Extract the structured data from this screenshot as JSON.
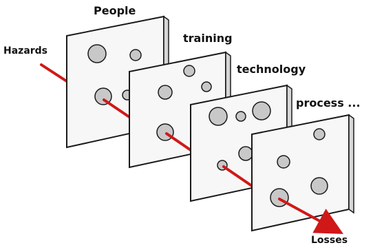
{
  "labels": {
    "hazards": "Hazards",
    "people": "People",
    "training": "training",
    "technology": "technology",
    "process": "process ...",
    "losses": "Losses"
  },
  "colors": {
    "arrow": "#d01818",
    "slice_face": "#f7f7f7",
    "slice_outline": "#1a1a1a",
    "slice_side": "#d6d6d6",
    "hole_fill": "#c8c8c8",
    "text": "#111111"
  }
}
